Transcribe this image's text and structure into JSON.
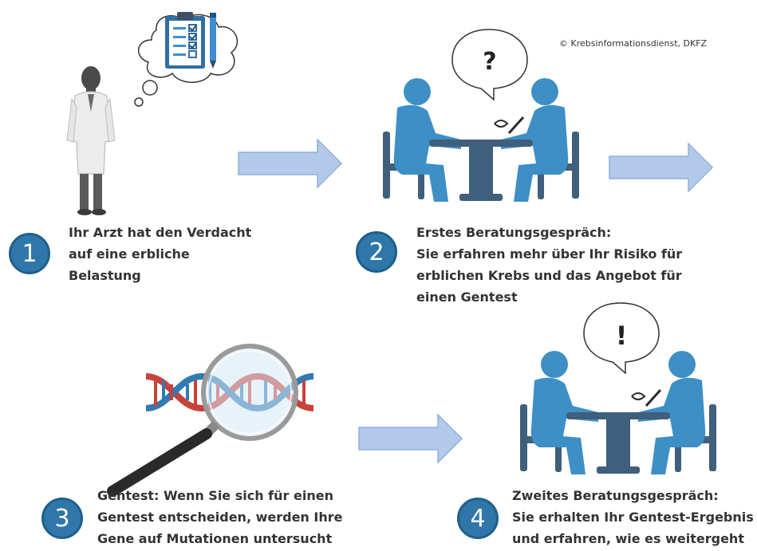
{
  "copyright": "© Krebsinformationsdienst, DKFZ",
  "steps": [
    {
      "number": "1",
      "lines": [
        "Ihr Arzt hat den Verdacht",
        "auf eine erbliche",
        "Belastung"
      ]
    },
    {
      "number": "2",
      "lines": [
        "Erstes Beratungsgespräch:",
        "Sie erfahren mehr über Ihr Risiko für",
        "erblichen Krebs und das Angebot für",
        "einen Gentest"
      ]
    },
    {
      "number": "3",
      "lines": [
        "Gentest: Wenn Sie sich für einen",
        "Gentest entscheiden, werden Ihre",
        "Gene auf Mutationen untersucht"
      ]
    },
    {
      "number": "4",
      "lines": [
        "Zweites Beratungsgespräch:",
        "Sie erhalten Ihr Gentest-Ergebnis",
        "und erfahren, wie es weitergeht"
      ]
    }
  ],
  "bubbles": {
    "question": "?",
    "exclamation": "!"
  },
  "colors": {
    "figure_blue": "#3d8fc6",
    "table": "#3f5f7c",
    "arrow_fill": "#b3c9ea",
    "arrow_stroke": "#8fb0da",
    "badge": "#2f77a8",
    "dna_red": "#c9413b",
    "dna_blue": "#2f7bb2"
  }
}
